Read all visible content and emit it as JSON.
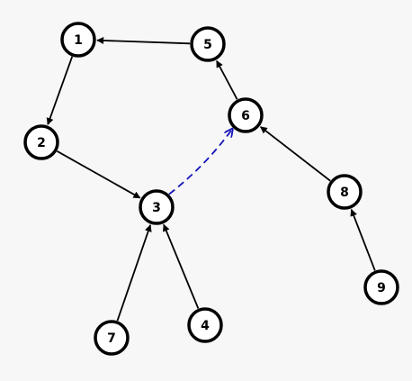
{
  "diagram": {
    "type": "directed-graph",
    "colors": {
      "background": "#f7f7f7",
      "node_fill": "#ffffff",
      "stroke": "#000000",
      "dashed_edge": "#1515b8"
    },
    "nodes": [
      {
        "id": "1",
        "label": "1"
      },
      {
        "id": "2",
        "label": "2"
      },
      {
        "id": "3",
        "label": "3"
      },
      {
        "id": "4",
        "label": "4"
      },
      {
        "id": "5",
        "label": "5"
      },
      {
        "id": "6",
        "label": "6"
      },
      {
        "id": "7",
        "label": "7"
      },
      {
        "id": "8",
        "label": "8"
      },
      {
        "id": "9",
        "label": "9"
      }
    ],
    "edges": [
      {
        "from": "1",
        "to": "2",
        "style": "solid"
      },
      {
        "from": "2",
        "to": "3",
        "style": "solid"
      },
      {
        "from": "5",
        "to": "1",
        "style": "solid"
      },
      {
        "from": "6",
        "to": "5",
        "style": "solid"
      },
      {
        "from": "8",
        "to": "6",
        "style": "solid"
      },
      {
        "from": "9",
        "to": "8",
        "style": "solid"
      },
      {
        "from": "7",
        "to": "3",
        "style": "solid"
      },
      {
        "from": "4",
        "to": "3",
        "style": "solid"
      },
      {
        "from": "3",
        "to": "6",
        "style": "dashed"
      }
    ]
  }
}
